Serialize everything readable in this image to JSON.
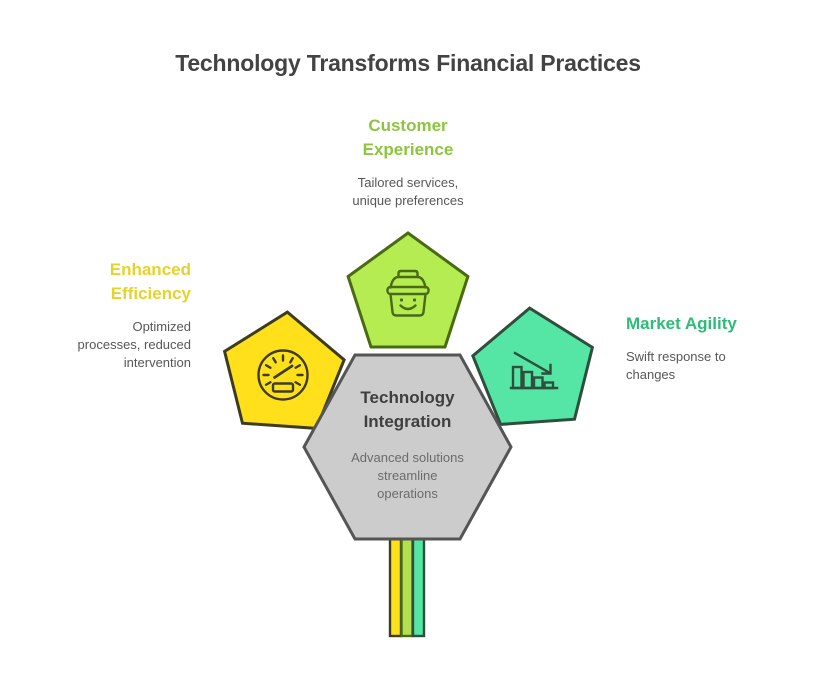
{
  "page": {
    "title": "Technology Transforms Financial Practices",
    "background": "#ffffff",
    "title_color": "#434343",
    "body_text_color": "#575757"
  },
  "center": {
    "name": "Technology Integration",
    "heading": "Technology\nIntegration",
    "heading_line1": "Technology",
    "heading_line2": "Integration",
    "description_line1": "Advanced solutions",
    "description_line2": "streamline",
    "description_line3": "operations",
    "shape": "hexagon",
    "fill": "#cccccc",
    "stroke": "#555555",
    "heading_color": "#3f3f3f",
    "description_color": "#6b6b6b"
  },
  "branches": [
    {
      "id": "customer-experience",
      "heading_line1": "Customer",
      "heading_line2": "Experience",
      "description_line1": "Tailored services,",
      "description_line2": "unique preferences",
      "heading_color": "#8cc63f",
      "shape": "pentagon",
      "fill": "#b4ec51",
      "stroke": "#4a6b14",
      "icon": "shopping-basket-smile-icon",
      "position": "top"
    },
    {
      "id": "enhanced-efficiency",
      "heading_line1": "Enhanced",
      "heading_line2": "Efficiency",
      "description_line1": "Optimized",
      "description_line2": "processes, reduced",
      "description_line3": "intervention",
      "heading_color": "#e6d22d",
      "shape": "pentagon",
      "fill": "#ffe01b",
      "stroke": "#3d3d1e",
      "icon": "speedometer-gauge-icon",
      "position": "left"
    },
    {
      "id": "market-agility",
      "heading_line1": "Market Agility",
      "description_line1": "Swift response to",
      "description_line2": "changes",
      "heading_color": "#2fbb77",
      "shape": "pentagon",
      "fill": "#55e6a5",
      "stroke": "#2f4f3c",
      "icon": "declining-bar-chart-icon",
      "position": "right"
    }
  ],
  "connector_stripes": [
    {
      "id": "stripe-yellow",
      "color": "#ffe01b",
      "stroke": "#3d3d1e"
    },
    {
      "id": "stripe-green",
      "color": "#b4e050",
      "stroke": "#4a6b14"
    },
    {
      "id": "stripe-mint",
      "color": "#55e6a5",
      "stroke": "#2f4f3c"
    }
  ]
}
